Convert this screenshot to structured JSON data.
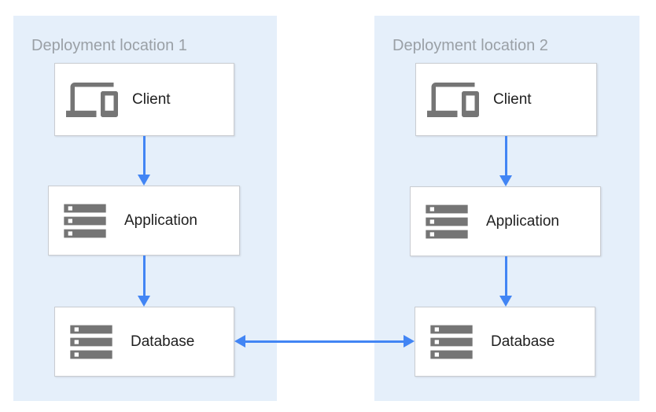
{
  "diagram": {
    "type": "architecture-diagram",
    "panels": [
      {
        "id": "deployment-location-1",
        "title": "Deployment location 1",
        "nodes": [
          {
            "id": "client-1",
            "label": "Client",
            "icon": "devices-icon"
          },
          {
            "id": "application-1",
            "label": "Application",
            "icon": "server-stack-icon"
          },
          {
            "id": "database-1",
            "label": "Database",
            "icon": "server-stack-icon"
          }
        ]
      },
      {
        "id": "deployment-location-2",
        "title": "Deployment location 2",
        "nodes": [
          {
            "id": "client-2",
            "label": "Client",
            "icon": "devices-icon"
          },
          {
            "id": "application-2",
            "label": "Application",
            "icon": "server-stack-icon"
          },
          {
            "id": "database-2",
            "label": "Database",
            "icon": "server-stack-icon"
          }
        ]
      }
    ],
    "edges": [
      {
        "from": "client-1",
        "to": "application-1",
        "direction": "down"
      },
      {
        "from": "application-1",
        "to": "database-1",
        "direction": "down"
      },
      {
        "from": "client-2",
        "to": "application-2",
        "direction": "down"
      },
      {
        "from": "application-2",
        "to": "database-2",
        "direction": "down"
      },
      {
        "from": "database-1",
        "to": "database-2",
        "direction": "bidirectional"
      }
    ]
  },
  "colors": {
    "accent": "#4285F4",
    "panel_background": "#E5EFFA",
    "node_background": "#FFFFFF",
    "node_border": "#C9CCD1",
    "icon_gray": "#757575",
    "label_text": "#212121",
    "panel_title_text": "#9AA0A6",
    "page_background": "#FFFFFF"
  }
}
